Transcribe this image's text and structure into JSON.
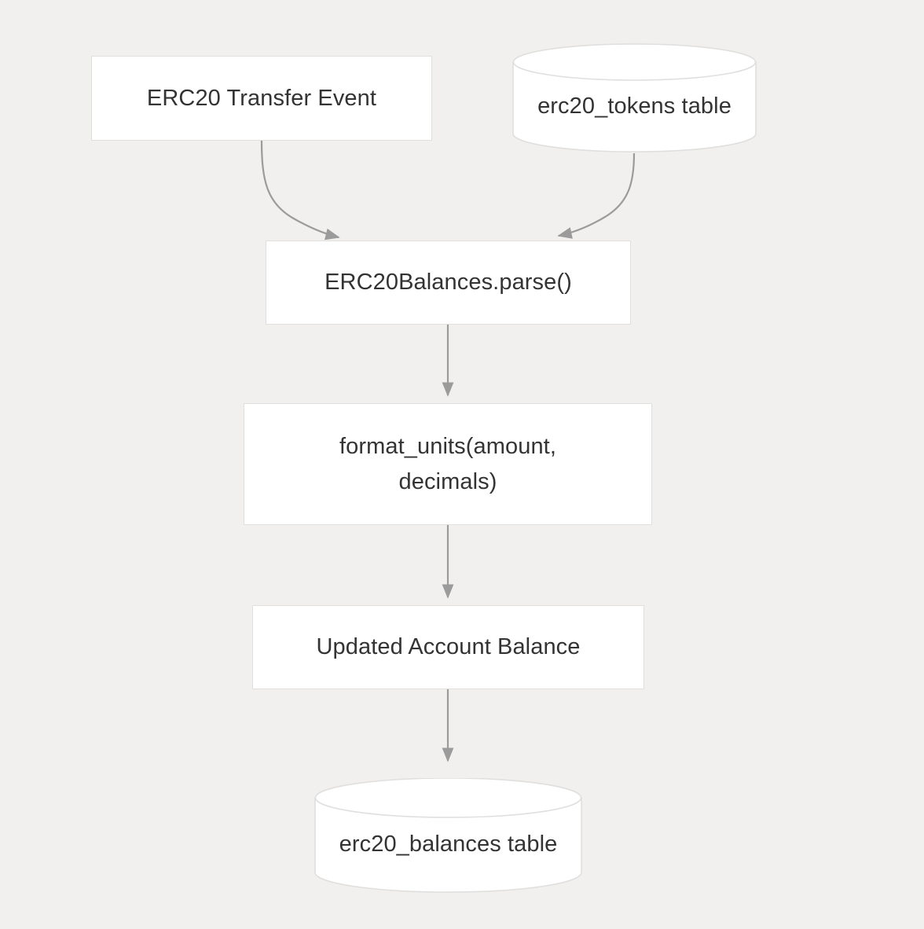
{
  "diagram": {
    "type": "flowchart",
    "direction": "top-to-bottom",
    "background_color": "#f1f0ee",
    "node_fill_color": "#ffffff",
    "node_border_color": "#e0dfdd",
    "text_color": "#333333",
    "edge_color": "#8d8d8d",
    "nodes": [
      {
        "id": "transfer_event",
        "label": "ERC20 Transfer Event",
        "shape": "rectangle"
      },
      {
        "id": "tokens_table",
        "label": "erc20_tokens table",
        "shape": "cylinder"
      },
      {
        "id": "parse",
        "label": "ERC20Balances.parse()",
        "shape": "rectangle"
      },
      {
        "id": "format_units",
        "label": "format_units(amount,\ndecimals)",
        "shape": "rectangle"
      },
      {
        "id": "updated_balance",
        "label": "Updated Account Balance",
        "shape": "rectangle"
      },
      {
        "id": "balances_table",
        "label": "erc20_balances table",
        "shape": "cylinder"
      }
    ],
    "edges": [
      {
        "from": "transfer_event",
        "to": "parse",
        "label": "",
        "style": "curved-arrow"
      },
      {
        "from": "tokens_table",
        "to": "parse",
        "label": "",
        "style": "curved-arrow"
      },
      {
        "from": "parse",
        "to": "format_units",
        "label": "",
        "style": "straight-arrow"
      },
      {
        "from": "format_units",
        "to": "updated_balance",
        "label": "",
        "style": "straight-arrow"
      },
      {
        "from": "updated_balance",
        "to": "balances_table",
        "label": "",
        "style": "straight-arrow"
      }
    ]
  }
}
